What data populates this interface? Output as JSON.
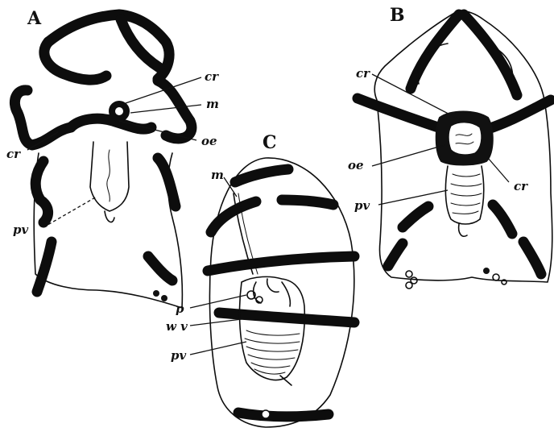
{
  "panels": {
    "a": {
      "letter": "A",
      "labels": {
        "cr_top": "cr",
        "m": "m",
        "oe": "oe",
        "cr_left": "cr",
        "pv": "pv"
      }
    },
    "b": {
      "letter": "B",
      "labels": {
        "cr_top": "cr",
        "oe": "oe",
        "cr_right": "cr",
        "pv": "pv"
      }
    },
    "c": {
      "letter": "C",
      "labels": {
        "m": "m",
        "p": "p",
        "wv": "w v",
        "pv": "pv"
      }
    }
  }
}
